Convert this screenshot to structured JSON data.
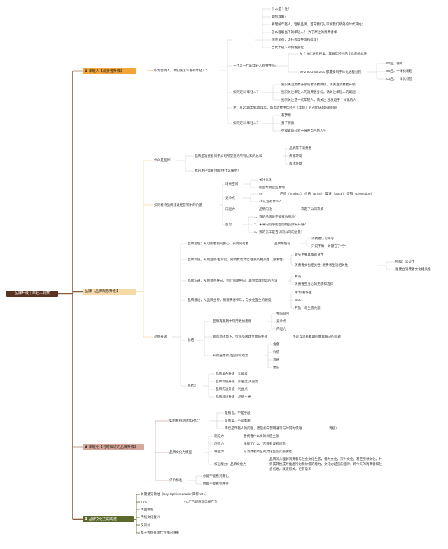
{
  "root": "品牌升级｜年轻人洞察",
  "colors": {
    "root": "#5a3420",
    "branch1": "#f3a637",
    "branch2": "#f6d9a6",
    "branch3": "#d9a89c",
    "branch4": "#5b6a2c",
    "line": "#c8c8c8"
  },
  "b1": {
    "num": "1",
    "label": "年轻人【消费者升级】",
    "q": "作为营销人，我们该怎么看待年轻人？",
    "c1": [
      "什么是个性？",
      "如何理解？",
      "要理解年轻人，理解品牌。首先我们从审视我们所处的时代开始；",
      "怎么理解当下的年轻人？-大于原上的消费者年",
      "国货消费，虐牧者年整理和梳理？",
      "当代年轻人的角色变化"
    ],
    "gen_label": "一代又一代的年轻人有共性吗？",
    "gen_top": "从个体化进程视角，理解年轻人的文化的延续性",
    "gen_mid": "80-2 90-2 95-2 00 都遭受制于体化进程过程",
    "gen_right": [
      "80后，保障",
      "90后，个体化崛起",
      "00后，个体化标签"
    ],
    "def1_label": "如何定义 年轻人？",
    "def1": [
      "别只关注消费升级或者消费降级，请关注消费者升级",
      "别只关注年轻人的消费者身份，请关注年轻人的崛起",
      "别只关注这一代年轻人，请关注 越发趋于个体化的人"
    ],
    "note": "注：从2016年到2021年，城市消费中年轻人（年龄）的占比从44%到59%",
    "def2_label": "如何定义 年轻人？",
    "def2": [
      "有梦想",
      "勇于探索",
      "在摸索的过程中展开自己的人生"
    ]
  },
  "b2": {
    "label": "品牌【品牌观念升级】",
    "what_label": "什么是品牌？",
    "what_text": "品牌是消费者对于公司所塑造的所有认知的总和",
    "what_items": [
      "品牌属于消费者",
      "传播环境",
      "市场环境"
    ],
    "need_q": "我的用户需要!我提供什么服务？",
    "value_label": "如何看待品牌建设在营销中的价值",
    "growth_label": "增长空间",
    "growth": [
      "关注优化",
      "能否帮助企业圈地"
    ],
    "compete_label": "竞争点",
    "fourp": "4P",
    "fourp_text": "产品（product） 价格（price） 渠道（place） 促销（promotion）",
    "fourp_q": "4P从还有什么？",
    "drive_label": "内驱力",
    "drive_mid": "品牌内化",
    "drive_text": "决定了公司决策",
    "reflect_label": "反思",
    "reflect": [
      "1、我的品牌能不能有效圈地？",
      "2、未来的竞争能否围绕品牌去开展？",
      "3、我的员工是否认同公司的远景？"
    ],
    "upgrade_label": "品牌升级",
    "role_label": "品牌角色：从功能者到同搬心，表到同行者",
    "role_mid": "品牌角色化",
    "role_items": [
      "消费者认可平等",
      "只说不做，关键在于“行”"
    ],
    "val_label": "品牌价值，从利益点/差异度，到消费者文化/主张的相关性（跟发性）",
    "val_items": [
      "跟头主要具备的身性",
      "消费者文化相关性>消费者生活相关性"
    ],
    "val_right": [
      "例如：公交卡",
      "星建立消费者文化相关性"
    ],
    "comm_label": "品牌沟通，从利益点导向，到价值观导向，再到灵魂对话的人设",
    "comm_items": [
      "真诚",
      "消费者至身心的无惯和选择"
    ],
    "build_label": "品牌建设，从品牌主导，到消费者参与，与文化互生的建设",
    "build_items": [
      "用'如'看作主",
      "BML",
      "开放，与生态共建"
    ],
    "sum1_label": "总结",
    "sum1_a": "品牌再塑期中所用更加重要",
    "sum1_a_items": [
      "相应空间",
      "竞争点",
      "内驱力"
    ],
    "sum1_b": "新市场环境下，传统品牌建立面临失效",
    "sum1_b_right": "不是以流有着期间做着解决的问题",
    "sum1_c": "从新层更新对品牌的观念",
    "sum1_c_items": [
      "角色",
      "价值",
      "沟通",
      "建设"
    ],
    "sum2_label": "总结2",
    "sum2": [
      [
        "品牌角色升级",
        "功能者"
      ],
      [
        "品牌价值升级",
        "知名度/美誉度"
      ],
      [
        "品牌沟通升级",
        "利益点"
      ],
      [
        "品牌建设升级",
        "品牌主导"
      ]
    ]
  },
  "b3": {
    "num": "3",
    "label": "年轻化【与时俱进的品牌升级】",
    "how_label": "如何看待品牌年轻化？",
    "how_items": [
      "是销售，不是手段",
      "是图案，不是本质",
      "不仅是年轻人的问题，而是指向营销通等与时同时俱进"
    ],
    "how_right": "消极）",
    "power_label": "品牌文化力模型",
    "power": [
      [
        "洞见力",
        "善代者什么样的价值主张"
      ],
      [
        "创造力",
        "承接了什么（否须者谈者创造）"
      ],
      [
        "联合力",
        "与消费者所在的文化生态实施联结"
      ]
    ],
    "core_label": "核心能力：品牌文化力",
    "core_text": [
      "品牌深入理解消费者与社会文化生态，借力文化，深入文化，甚至引领文化，并",
      "将其转换成为推出行为和价值的能力，文化力越强的品牌，跨今天的消费者和社",
      "会者进，就更有关，更有意义"
    ],
    "eval_label": "评价标准",
    "eval_items": [
      "你能不能看到变化",
      "你能不能看到冲突"
    ]
  },
  "b4": {
    "num": "4",
    "label": "品牌文化力的构建",
    "items": [
      "关键意见领袖（Key Opinion Leader,简称KOL）",
      "TVC",
      "大国崛起",
      "传统文化复兴",
      "反对抗",
      "基于传统有现代诠释的尊重"
    ],
    "tvc_right": "TVC广告即商业电视广告"
  }
}
